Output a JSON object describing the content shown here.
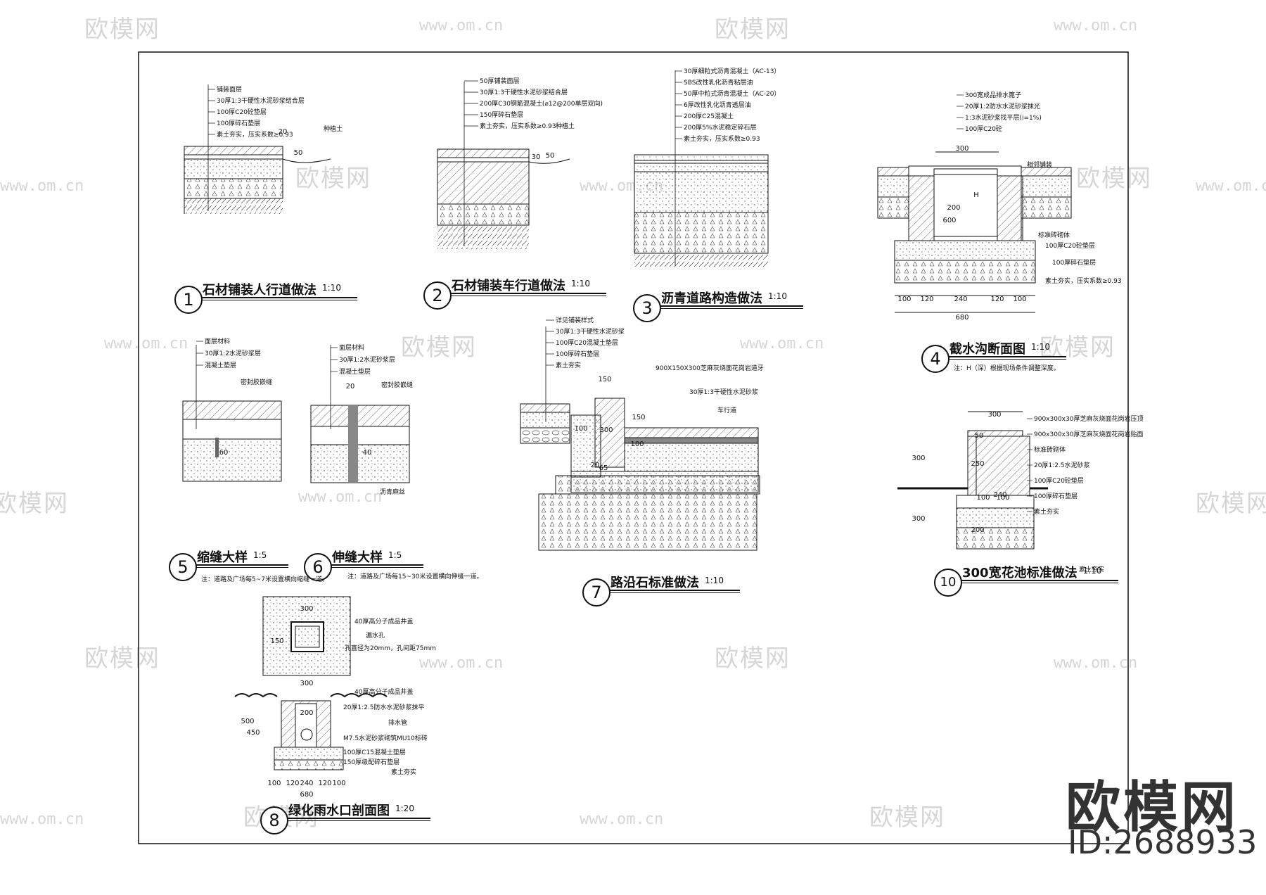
{
  "watermark": {
    "brand_text": "欧模网",
    "url_text": "www.om.cn"
  },
  "corner_brand": {
    "name": "欧模网",
    "id_text": "ID:2688933"
  },
  "details": [
    {
      "num": "1",
      "title": "石材铺装人行道做法",
      "scale": "1:10"
    },
    {
      "num": "2",
      "title": "石材铺装车行道做法",
      "scale": "1:10"
    },
    {
      "num": "3",
      "title": "沥青道路构造做法",
      "scale": "1:10"
    },
    {
      "num": "4",
      "title": "截水沟断面图",
      "scale": "1:10"
    },
    {
      "num": "5",
      "title": "缩缝大样",
      "scale": "1:5"
    },
    {
      "num": "6",
      "title": "伸缝大样",
      "scale": "1:5"
    },
    {
      "num": "7",
      "title": "路沿石标准做法",
      "scale": "1:10"
    },
    {
      "num": "8",
      "title": "绿化雨水口剖面图",
      "scale": "1:20"
    },
    {
      "num": "10",
      "title": "300宽花池标准做法",
      "scale": "1:10"
    }
  ],
  "notes": {
    "d4": "注：H（深）根据现场条件调整深度。",
    "d5": "注：道路及广场每5~7米设置横向缩缝一道。",
    "d6": "注：道路及广场每15~30米设置横向伸缝一道。"
  },
  "labels": {
    "d1": [
      "铺装面层",
      "30厚1:3干硬性水泥砂浆结合层",
      "100厚C20砼垫层",
      "100厚碎石垫层",
      "素土夯实，压实系数≥0.93",
      "种植土"
    ],
    "d2": [
      "50厚铺装面层",
      "30厚1:3干硬性水泥砂浆结合层",
      "200厚C30钢筋混凝土(⌀12@200单层双向)",
      "150厚碎石垫层",
      "素土夯实，压实系数≥0.93",
      "种植土"
    ],
    "d3": [
      "30厚细粒式沥青混凝土（AC-13）",
      "SBS改性乳化沥青粘层油",
      "50厚中粒式沥青混凝土（AC-20）",
      "6厚改性乳化沥青透层油",
      "200厚C25混凝土",
      "200厚5%水泥稳定碎石层",
      "素土夯实，压实系数≥0.93"
    ],
    "d4": [
      "300宽成品排水篦子",
      "20厚1:2防水水泥砂浆抹光",
      "1:3水泥砂浆找平层(i=1%)",
      "100厚C20砼",
      "相邻铺装",
      "标准砖砌体",
      "100厚C20砼垫层",
      "100厚碎石垫层",
      "素土夯实，压实系数≥0.93"
    ],
    "d5": [
      "面层材料",
      "30厚1:2水泥砂浆层",
      "混凝土垫层",
      "密封胶嵌缝"
    ],
    "d6": [
      "面层材料",
      "30厚1:2水泥砂浆层",
      "混凝土垫层",
      "密封胶嵌缝",
      "沥青麻丝"
    ],
    "d7": [
      "详见铺装样式",
      "30厚1:3干硬性水泥砂浆",
      "100厚C20混凝土垫层",
      "100厚碎石垫层",
      "素土夯实",
      "900X150X300芝麻灰烧面花岗岩道牙",
      "30厚1:3干硬性水泥砂浆",
      "车行道"
    ],
    "d8": [
      "40厚高分子成品井盖",
      "漏水孔",
      "孔直径为20mm，孔间距75mm",
      "40厚高分子成品井盖",
      "20厚1:2.5防水水泥砂浆抹平",
      "排水管",
      "M7.5水泥砂浆砌筑MU10标砖",
      "100厚C15混凝土垫层",
      "150厚级配碎石垫层",
      "素土夯实"
    ],
    "d10": [
      "900x300x30厚芝麻灰烧面花岗岩压顶",
      "900x300x30厚芝麻灰烧面花岗岩贴面",
      "标准砖砌体",
      "20厚1:2.5水泥砂浆",
      "100厚C20砼垫层",
      "100厚碎石垫层",
      "素土夯实"
    ]
  },
  "dims": {
    "d1": [
      "20",
      "50"
    ],
    "d2": [
      "30",
      "50"
    ],
    "d4": [
      "300",
      "200",
      "H",
      "600",
      "100",
      "120",
      "240",
      "120",
      "100",
      "680"
    ],
    "d5": [
      "60"
    ],
    "d6": [
      "20",
      "40"
    ],
    "d7": [
      "150",
      "300",
      "150",
      "100",
      "100",
      "65",
      "20"
    ],
    "d8": [
      "300",
      "150",
      "300",
      "200",
      "500",
      "450",
      "100",
      "120",
      "240",
      "120",
      "100",
      "680"
    ],
    "d10": [
      "300",
      "50",
      "250",
      "300",
      "100",
      "100",
      "200",
      "300",
      "240"
    ]
  }
}
